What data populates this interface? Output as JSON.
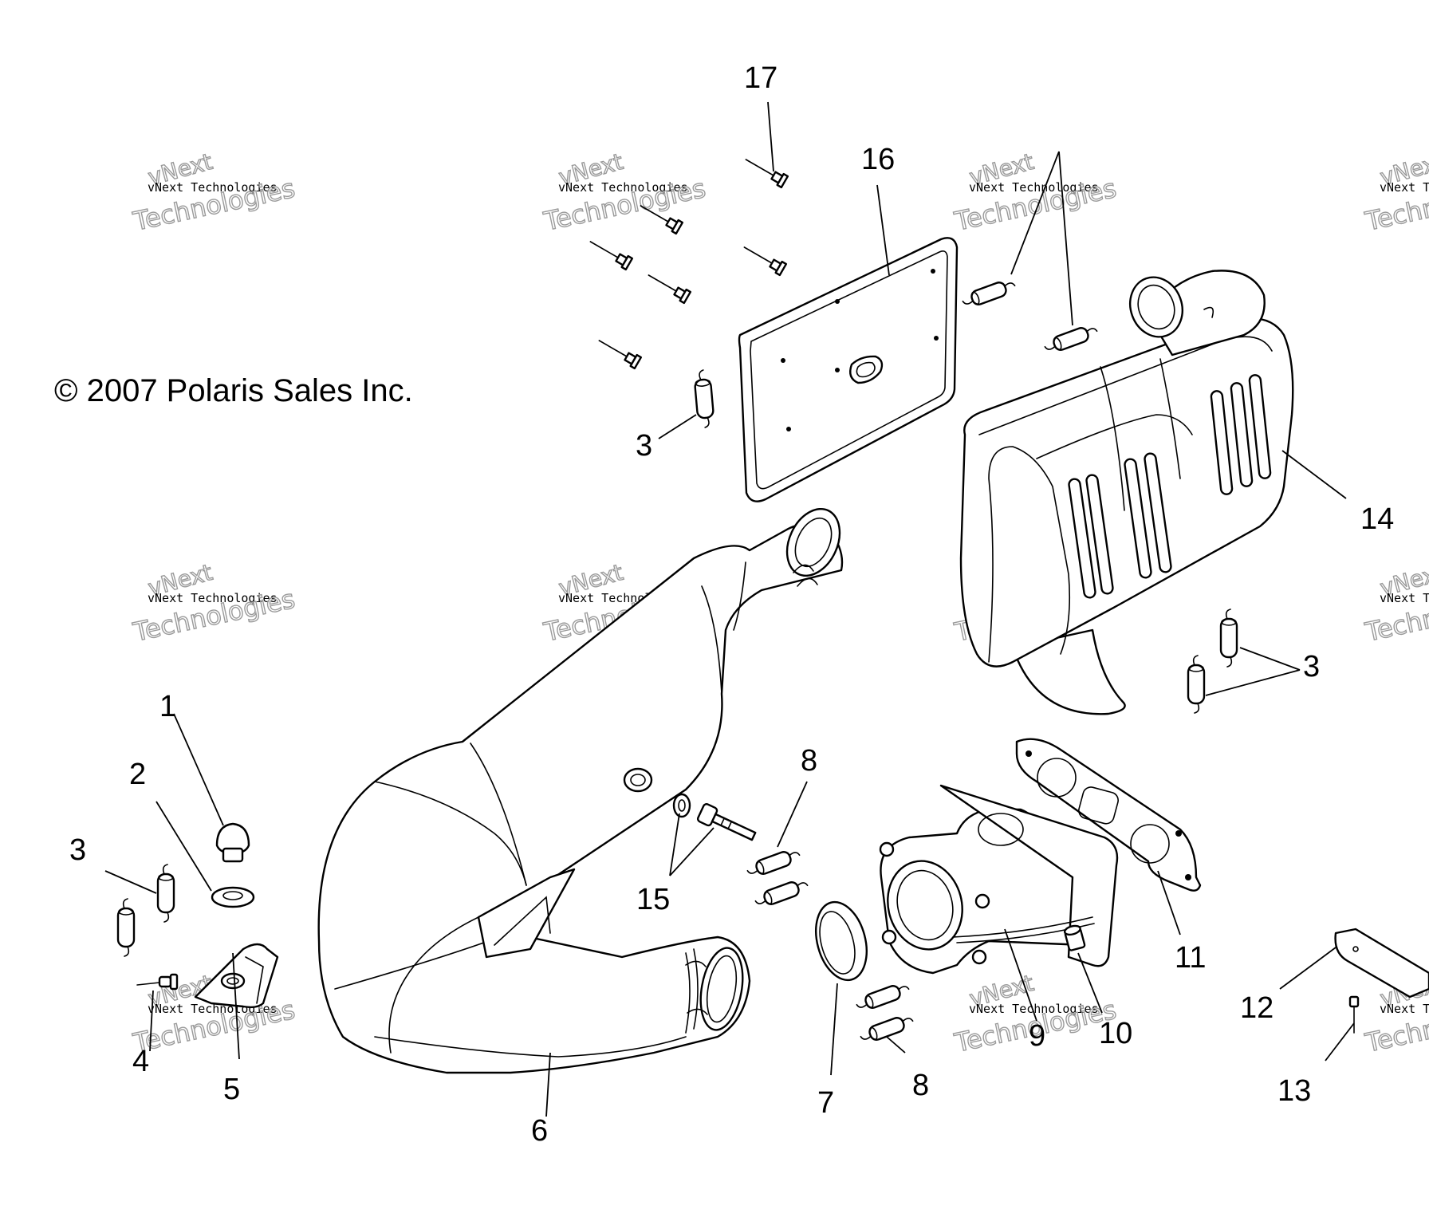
{
  "copyright": "© 2007 Polaris Sales Inc.",
  "watermark": {
    "small": "vNext Technologies",
    "big_top": "vNext",
    "big_bottom": "Technologies"
  },
  "callouts": [
    "17",
    "16",
    "3",
    "14",
    "1",
    "2",
    "3",
    "3",
    "8",
    "15",
    "8",
    "11",
    "12",
    "13",
    "4",
    "5",
    "6",
    "7",
    "9",
    "10"
  ]
}
